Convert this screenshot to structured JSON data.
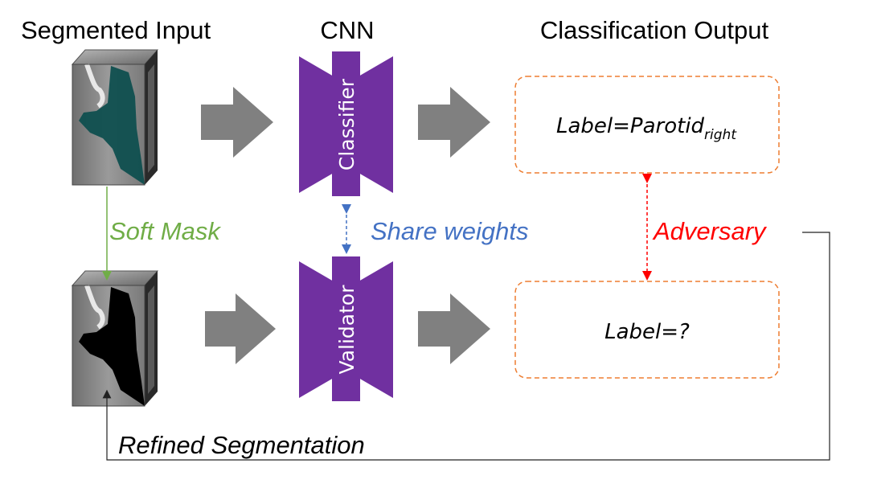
{
  "headers": {
    "segmented_input": "Segmented Input",
    "cnn": "CNN",
    "classification_output": "Classification Output"
  },
  "networks": {
    "classifier": "Classifier",
    "validator": "Validator"
  },
  "outputs": {
    "top_label_main": "Label=Parotid",
    "top_label_sub": "right",
    "bottom_label": "Label=?"
  },
  "annotations": {
    "soft_mask": "Soft Mask",
    "share_weights": "Share weights",
    "adversary": "Adversary",
    "refined_segmentation": "Refined Segmentation"
  },
  "colors": {
    "network_purple": "#7030a0",
    "soft_mask_green": "#70ad47",
    "share_weights_blue": "#4472c4",
    "adversary_red": "#ff0000",
    "output_box_orange": "#ed7d31",
    "arrow_gray": "#808080",
    "mask_teal": "#0f4f4f"
  }
}
